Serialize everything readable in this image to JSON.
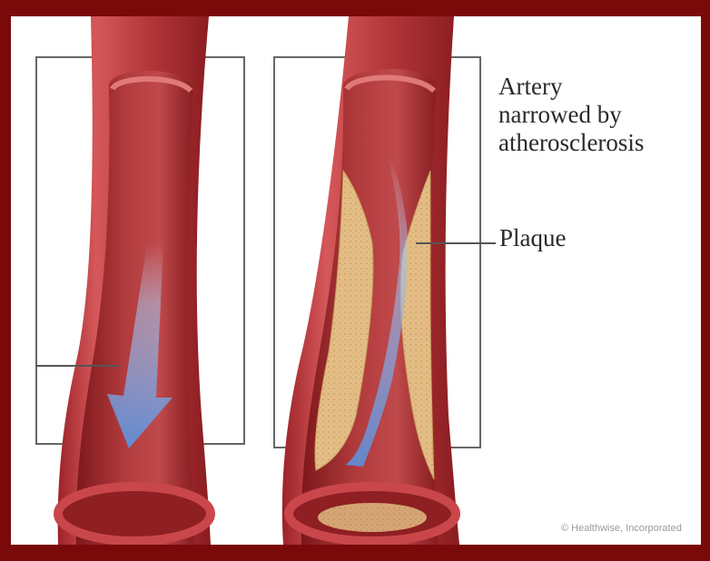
{
  "labels": {
    "artery_line1": "Artery",
    "artery_line2": "narrowed by",
    "artery_line3": "atherosclerosis",
    "plaque": "Plaque"
  },
  "copyright": "© Healthwise, Incorporated",
  "colors": {
    "border": "#7a0a0a",
    "vessel_wall": "#b5363a",
    "vessel_inner": "#8e1f22",
    "plaque": "#e8c48f",
    "blood_flow": "#7aa6e0"
  }
}
